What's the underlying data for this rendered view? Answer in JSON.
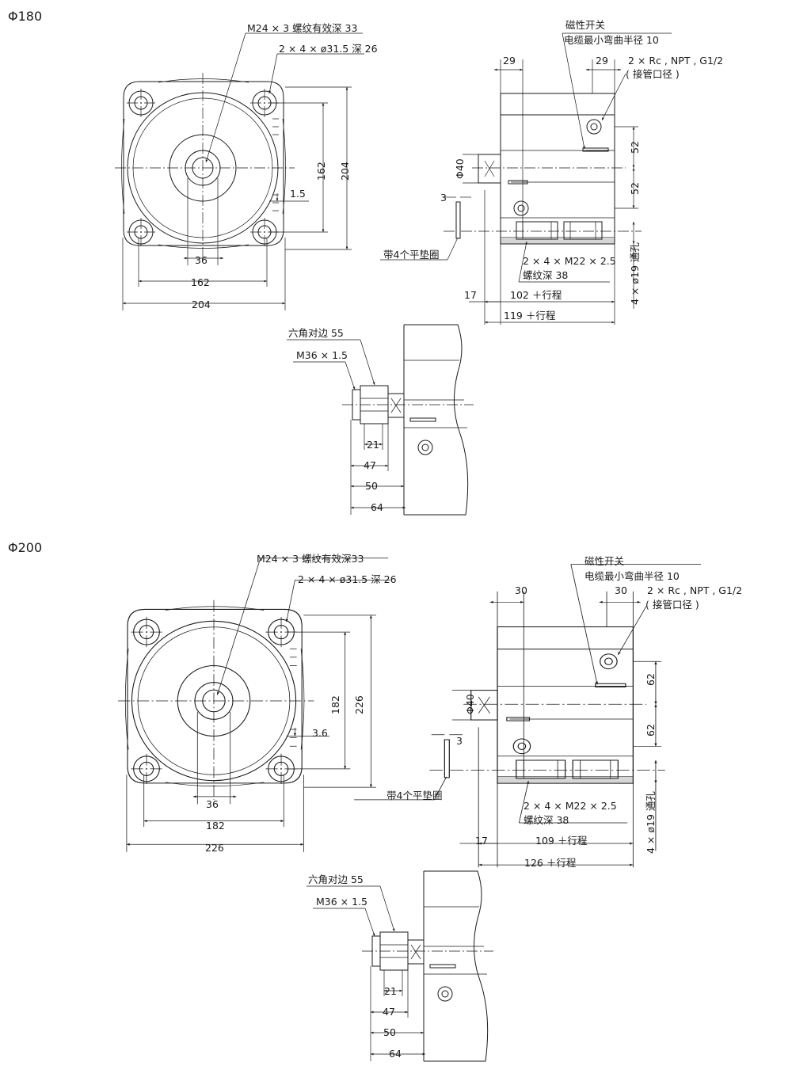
{
  "sections": [
    {
      "title": "Φ180",
      "front": {
        "port_thread": "M24 × 3 螺纹有效深 33",
        "mount_holes": "2 × 4 × ø31.5 深 26",
        "dim_36": "36",
        "dim_bolt_h": "162",
        "dim_width_h": "204",
        "dim_bolt_v": "162",
        "dim_width_v": "204",
        "dim_offset": "1.5"
      },
      "side": {
        "switch_label": "磁性开关",
        "cable_label": "电缆最小弯曲半径 10",
        "dim_left": "29",
        "dim_right": "29",
        "port_label": "2 × Rc , NPT , G1/2",
        "port_sub": "( 接管口径 )",
        "rod_dia": "Φ40",
        "dim_52a": "52",
        "dim_52b": "52",
        "washer_thk": "3",
        "washer_label": "带4个平垫圈",
        "thread_label": "2 × 4 × M22 × 2.5",
        "thread_depth": "螺纹深 38",
        "through_hole": "4 × ø19 通孔",
        "dim_17": "17",
        "dim_body": "102 ＋行程",
        "dim_total": "119 ＋行程"
      },
      "rod": {
        "hex_label": "六角对边 55",
        "thread_label": "M36 × 1.5",
        "dim_21": "21",
        "dim_47": "47",
        "dim_50": "50",
        "dim_64": "64"
      }
    },
    {
      "title": "Φ200",
      "front": {
        "port_thread": "M24 × 3 螺纹有效深33",
        "mount_holes": "2 × 4 × ø31.5 深 26",
        "dim_36": "36",
        "dim_bolt_h": "182",
        "dim_width_h": "226",
        "dim_bolt_v": "182",
        "dim_width_v": "226",
        "dim_offset": "3.6"
      },
      "side": {
        "switch_label": "磁性开关",
        "cable_label": "电缆最小弯曲半径 10",
        "dim_left": "30",
        "dim_right": "30",
        "port_label": "2 × Rc , NPT , G1/2",
        "port_sub": "( 接管口径 )",
        "rod_dia": "Φ40",
        "dim_52a": "62",
        "dim_52b": "62",
        "washer_thk": "3",
        "washer_label": "带4个平垫圈",
        "thread_label": "2 × 4 × M22 × 2.5",
        "thread_depth": "螺纹深 38",
        "through_hole": "4 × ø19 通孔",
        "dim_17": "17",
        "dim_body": "109 ＋行程",
        "dim_total": "126 ＋行程"
      },
      "rod": {
        "hex_label": "六角对边 55",
        "thread_label": "M36 × 1.5",
        "dim_21": "21",
        "dim_47": "47",
        "dim_50": "50",
        "dim_64": "64"
      }
    }
  ]
}
